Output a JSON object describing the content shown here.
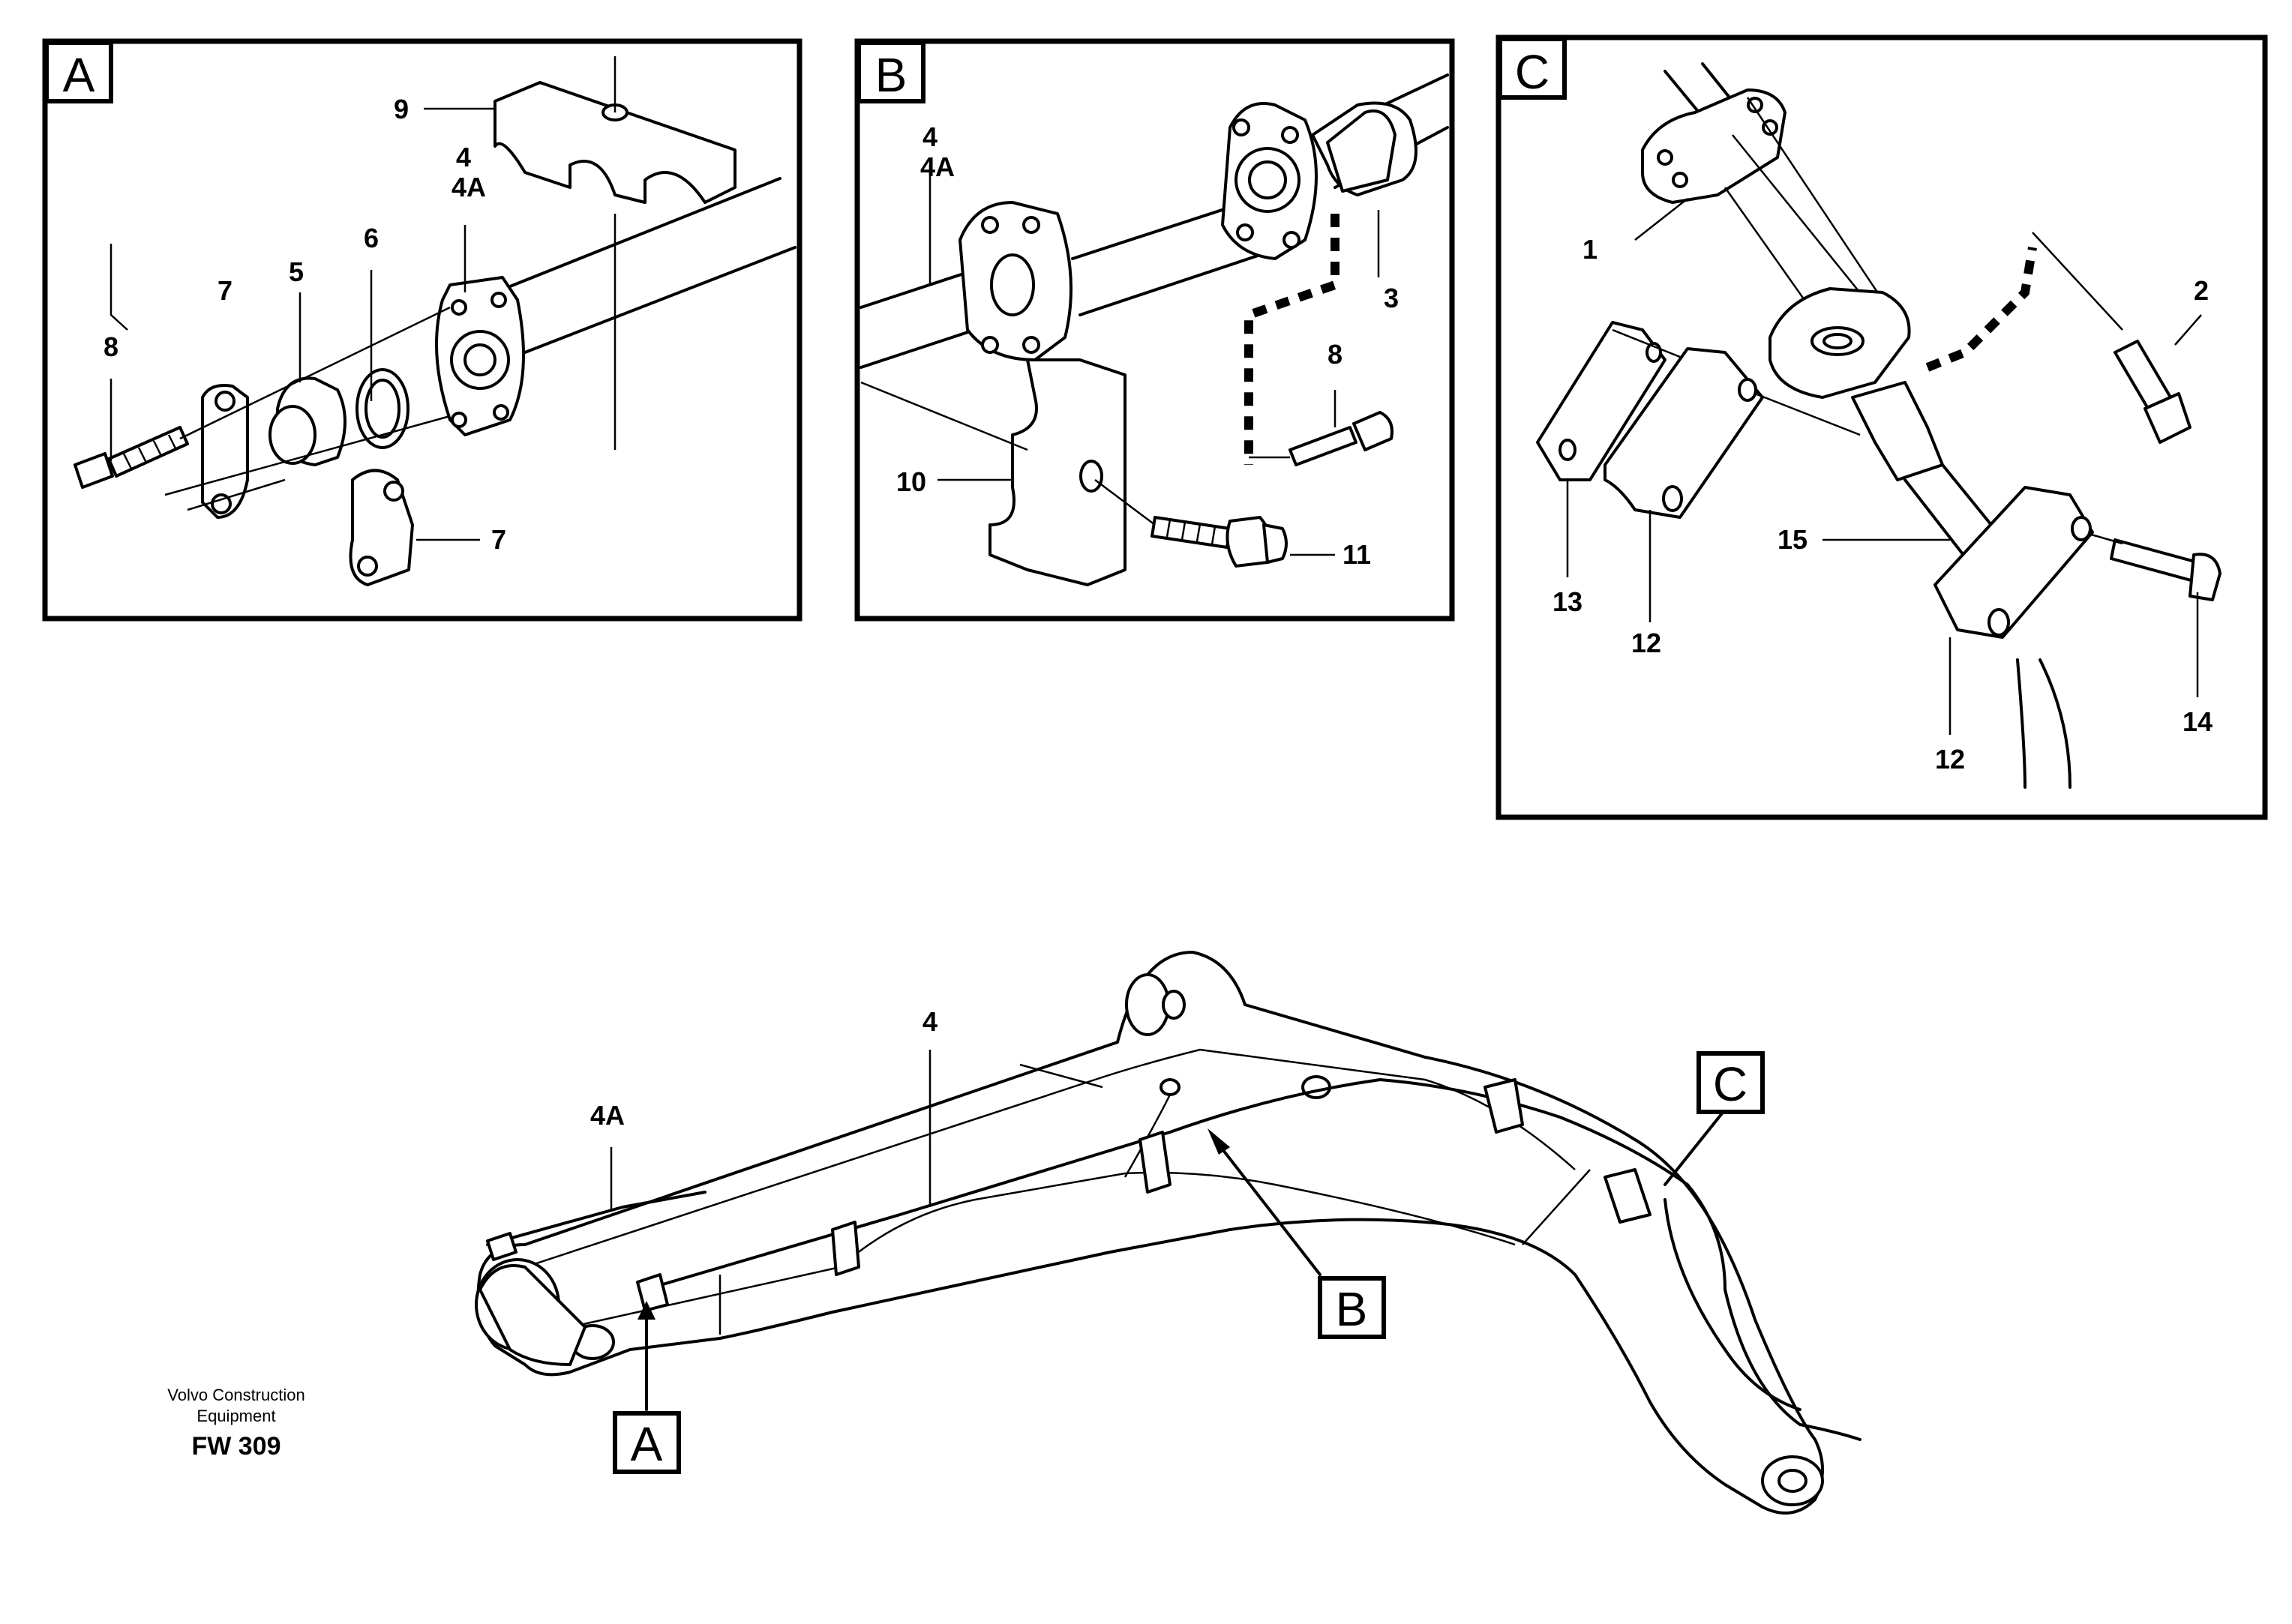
{
  "panels": {
    "a": {
      "tag": "A",
      "labels": [
        "9",
        "4",
        "4A",
        "7",
        "5",
        "6",
        "8",
        "7"
      ]
    },
    "b": {
      "tag": "B",
      "labels": [
        "4",
        "4A",
        "3",
        "8",
        "10",
        "11"
      ]
    },
    "c": {
      "tag": "C",
      "labels": [
        "1",
        "2",
        "13",
        "12",
        "15",
        "12",
        "14"
      ]
    }
  },
  "overview": {
    "labels": [
      "4",
      "4A"
    ],
    "callouts": [
      "A",
      "B",
      "C"
    ]
  },
  "footer": {
    "company_line1": "Volvo Construction",
    "company_line2": "Equipment",
    "figure_code": "FW 309"
  }
}
